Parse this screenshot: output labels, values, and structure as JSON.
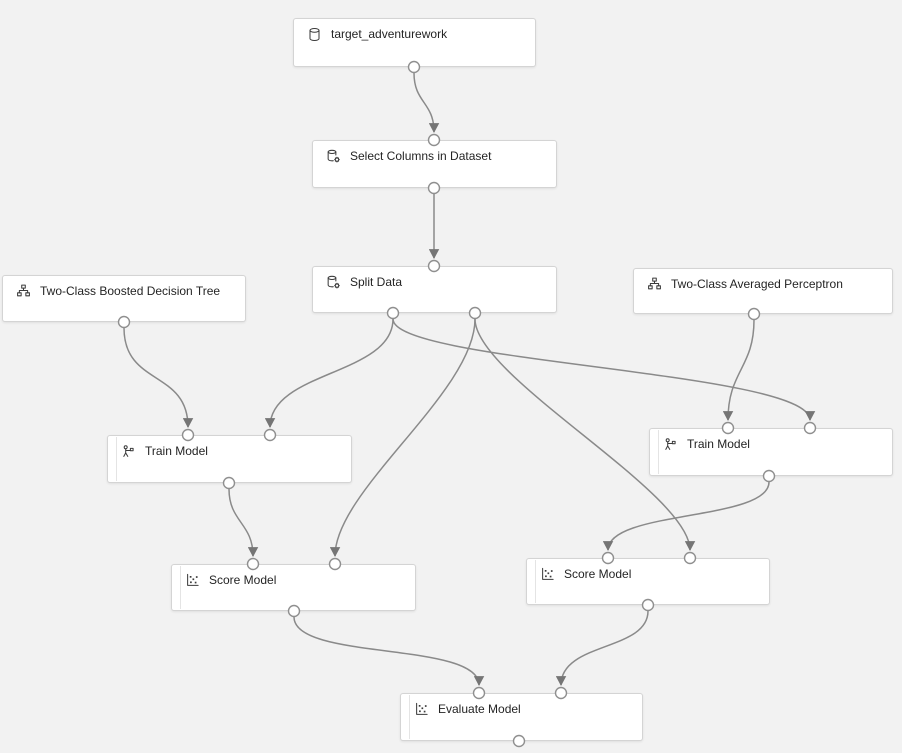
{
  "diagram": {
    "type": "ml-pipeline-graph",
    "nodes": [
      {
        "id": "dataset",
        "label": "target_adventurework",
        "icon": "database-icon",
        "ports": [
          "output"
        ]
      },
      {
        "id": "select_columns",
        "label": "Select Columns in Dataset",
        "icon": "database-gear-icon",
        "ports": [
          "input",
          "output"
        ]
      },
      {
        "id": "split_data",
        "label": "Split Data",
        "icon": "database-gear-icon",
        "ports": [
          "input",
          "output-1",
          "output-2"
        ]
      },
      {
        "id": "boosted_tree",
        "label": "Two-Class Boosted Decision Tree",
        "icon": "algorithm-icon",
        "ports": [
          "output"
        ]
      },
      {
        "id": "averaged_perceptron",
        "label": "Two-Class Averaged Perceptron",
        "icon": "algorithm-icon",
        "ports": [
          "output"
        ]
      },
      {
        "id": "train_model_left",
        "label": "Train Model",
        "icon": "train-model-icon",
        "ports": [
          "input-1",
          "input-2",
          "output"
        ]
      },
      {
        "id": "train_model_right",
        "label": "Train Model",
        "icon": "train-model-icon",
        "ports": [
          "input-1",
          "input-2",
          "output"
        ]
      },
      {
        "id": "score_model_left",
        "label": "Score Model",
        "icon": "scatter-plot-icon",
        "ports": [
          "input-1",
          "input-2",
          "output"
        ]
      },
      {
        "id": "score_model_right",
        "label": "Score Model",
        "icon": "scatter-plot-icon",
        "ports": [
          "input-1",
          "input-2",
          "output"
        ]
      },
      {
        "id": "evaluate_model",
        "label": "Evaluate Model",
        "icon": "scatter-plot-icon",
        "ports": [
          "input-1",
          "input-2",
          "output"
        ]
      }
    ],
    "edges": [
      {
        "from": "dataset",
        "from_port": "output",
        "to": "select_columns",
        "to_port": "input"
      },
      {
        "from": "select_columns",
        "from_port": "output",
        "to": "split_data",
        "to_port": "input"
      },
      {
        "from": "boosted_tree",
        "from_port": "output",
        "to": "train_model_left",
        "to_port": "input-1"
      },
      {
        "from": "split_data",
        "from_port": "output-1",
        "to": "train_model_left",
        "to_port": "input-2"
      },
      {
        "from": "split_data",
        "from_port": "output-1",
        "to": "train_model_right",
        "to_port": "input-2"
      },
      {
        "from": "split_data",
        "from_port": "output-2",
        "to": "score_model_left",
        "to_port": "input-2"
      },
      {
        "from": "split_data",
        "from_port": "output-2",
        "to": "score_model_right",
        "to_port": "input-2"
      },
      {
        "from": "averaged_perceptron",
        "from_port": "output",
        "to": "train_model_right",
        "to_port": "input-1"
      },
      {
        "from": "train_model_left",
        "from_port": "output",
        "to": "score_model_left",
        "to_port": "input-1"
      },
      {
        "from": "train_model_right",
        "from_port": "output",
        "to": "score_model_right",
        "to_port": "input-1"
      },
      {
        "from": "score_model_left",
        "from_port": "output",
        "to": "evaluate_model",
        "to_port": "input-1"
      },
      {
        "from": "score_model_right",
        "from_port": "output",
        "to": "evaluate_model",
        "to_port": "input-2"
      }
    ],
    "colors": {
      "canvas_background": "#f2f2f2",
      "node_background": "#ffffff",
      "node_border": "#d4d4d4",
      "node_text": "#242424",
      "edge": "#8a8a8a",
      "arrowhead": "#757575",
      "port_stroke": "#8f8f8f",
      "port_fill": "#ffffff"
    }
  }
}
